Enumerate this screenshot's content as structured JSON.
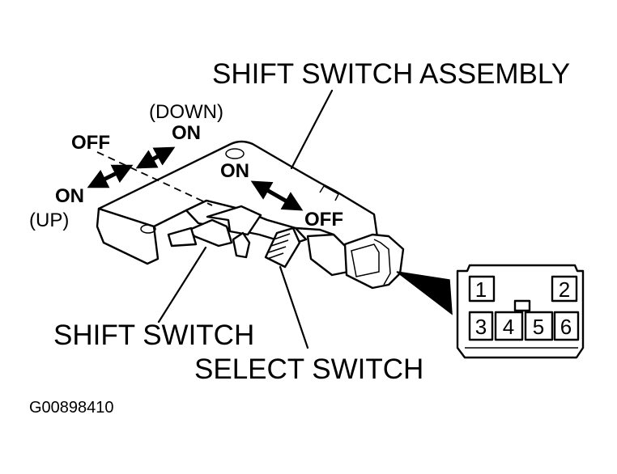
{
  "labels": {
    "assembly": "SHIFT SWITCH ASSEMBLY",
    "down_paren": "(DOWN)",
    "down_on": "ON",
    "shift_off": "OFF",
    "up_on": "ON",
    "up_paren": "(UP)",
    "select_on": "ON",
    "select_off": "OFF",
    "shift_switch": "SHIFT SWITCH",
    "select_switch": "SELECT SWITCH",
    "figure_code": "G00898410"
  },
  "connector": {
    "pins": [
      "1",
      "2",
      "3",
      "4",
      "5",
      "6"
    ]
  }
}
